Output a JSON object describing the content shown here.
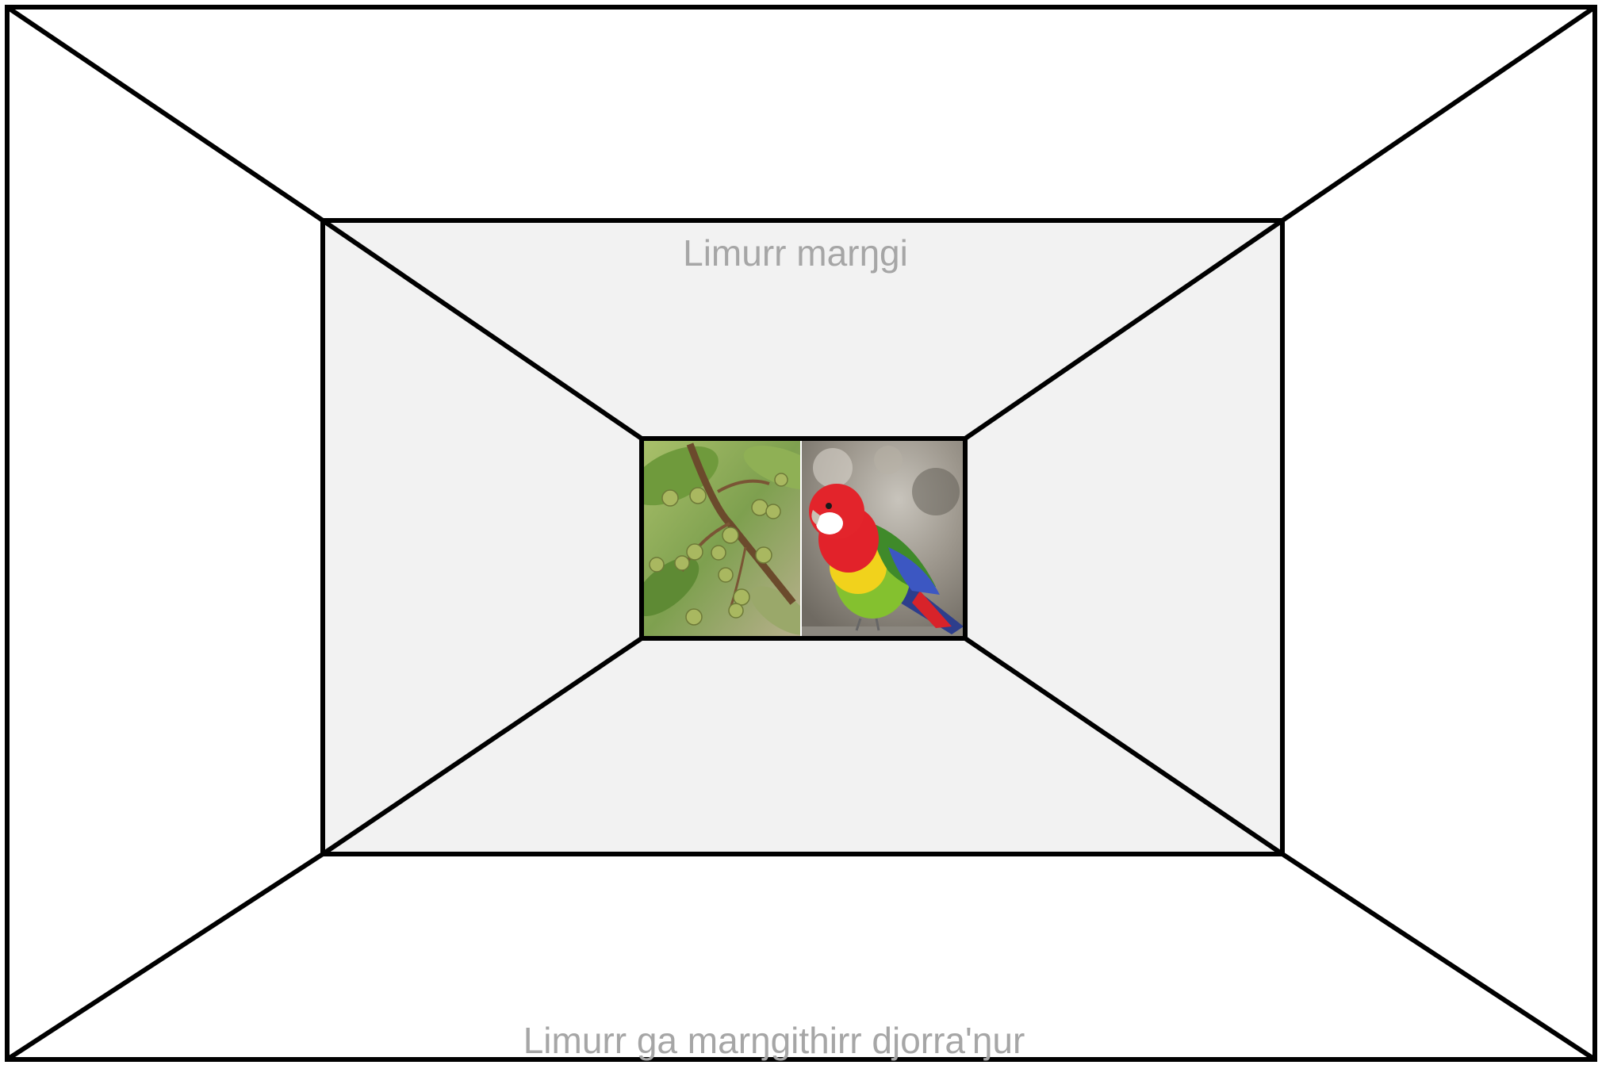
{
  "labels": {
    "middle_frame": "Limurr marŋgi",
    "outer_frame": "Limurr ga marŋgithirr djorra'ŋur"
  },
  "colors": {
    "outer_fill": "#ffffff",
    "middle_fill": "#f2f2f2",
    "stroke": "#000000",
    "label_text": "#a6a6a6"
  },
  "images": {
    "left": "fruit-branch-photo",
    "right": "rosella-parrot-photo"
  }
}
